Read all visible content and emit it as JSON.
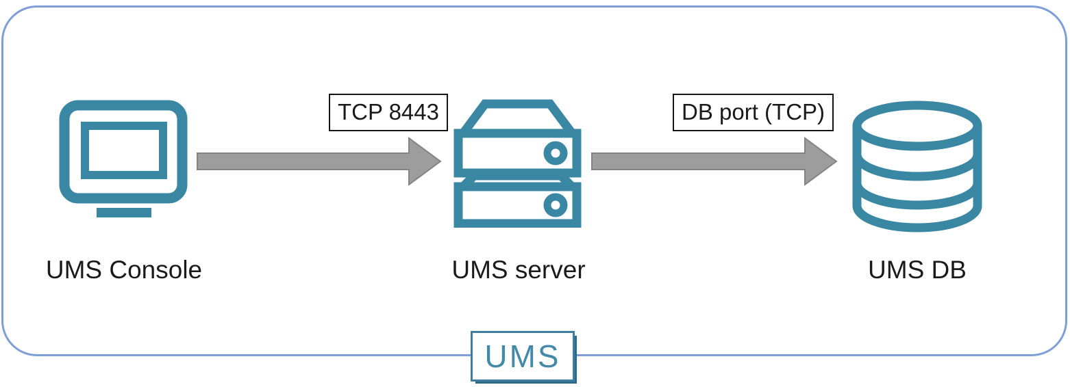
{
  "diagram": {
    "badge": {
      "label": "UMS"
    },
    "nodes": [
      {
        "id": "ums-console",
        "label": "UMS Console",
        "icon": "monitor-icon"
      },
      {
        "id": "ums-server",
        "label": "UMS server",
        "icon": "server-icon"
      },
      {
        "id": "ums-db",
        "label": "UMS DB",
        "icon": "database-icon"
      }
    ],
    "connections": [
      {
        "from": "ums-console",
        "to": "ums-server",
        "label": "TCP 8443"
      },
      {
        "from": "ums-server",
        "to": "ums-db",
        "label": "DB port (TCP)"
      }
    ]
  },
  "colors": {
    "icon_teal": "#3A87A3",
    "badge_teal": "#4489A8",
    "badge_border": "#3F7EA0",
    "badge_shadow": "#2D6A87",
    "frame_blue": "#7E9ED8",
    "arrow_gray": "#9D9D9D",
    "arrow_gray_border": "#838383",
    "label_black": "#1A1A1A"
  }
}
